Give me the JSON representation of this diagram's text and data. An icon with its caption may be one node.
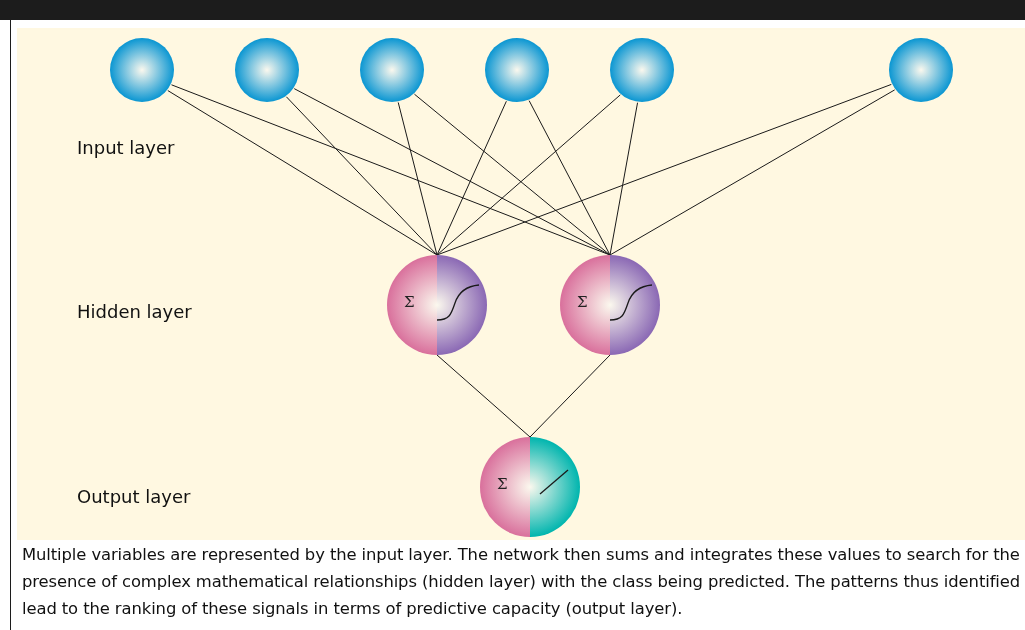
{
  "diagram": {
    "caption": "Multiple variables are represented by the input layer. The network then sums and integrates these values to search for the presence of complex mathematical relationships (hidden layer) with the class being predicted. The patterns thus identified lead to the ranking of these signals in terms of predictive capacity (output layer).",
    "nodes": [
      {
        "text": [],
        "shape": "circle"
      },
      {
        "text": [],
        "shape": "circle"
      },
      {
        "text": [],
        "shape": "circle"
      },
      {
        "text": [],
        "shape": "circle"
      },
      {
        "text": [],
        "shape": "circle"
      },
      {
        "text": [],
        "shape": "circle"
      },
      {
        "text": [
          "Σ"
        ]
      },
      {
        "text": [
          "Σ"
        ]
      },
      {
        "text": [
          "Σ"
        ]
      }
    ],
    "edges": [
      {
        "from": 0,
        "to": 6,
        "arrow": "none"
      },
      {
        "from": 0,
        "to": 7,
        "arrow": "none"
      },
      {
        "from": 1,
        "to": 6,
        "arrow": "none"
      },
      {
        "from": 1,
        "to": 7,
        "arrow": "none"
      },
      {
        "from": 2,
        "to": 6,
        "arrow": "none"
      },
      {
        "from": 2,
        "to": 7,
        "arrow": "none"
      },
      {
        "from": 3,
        "to": 6,
        "arrow": "none"
      },
      {
        "from": 3,
        "to": 7,
        "arrow": "none"
      },
      {
        "from": 4,
        "to": 6,
        "arrow": "none"
      },
      {
        "from": 4,
        "to": 7,
        "arrow": "none"
      },
      {
        "from": 5,
        "to": 6,
        "arrow": "none"
      },
      {
        "from": 5,
        "to": 7,
        "arrow": "none"
      },
      {
        "from": 6,
        "to": 8,
        "arrow": "none"
      },
      {
        "from": 7,
        "to": 8,
        "arrow": "none"
      }
    ],
    "labels": [
      "Input layer",
      "Hidden layer",
      "Output layer"
    ]
  }
}
